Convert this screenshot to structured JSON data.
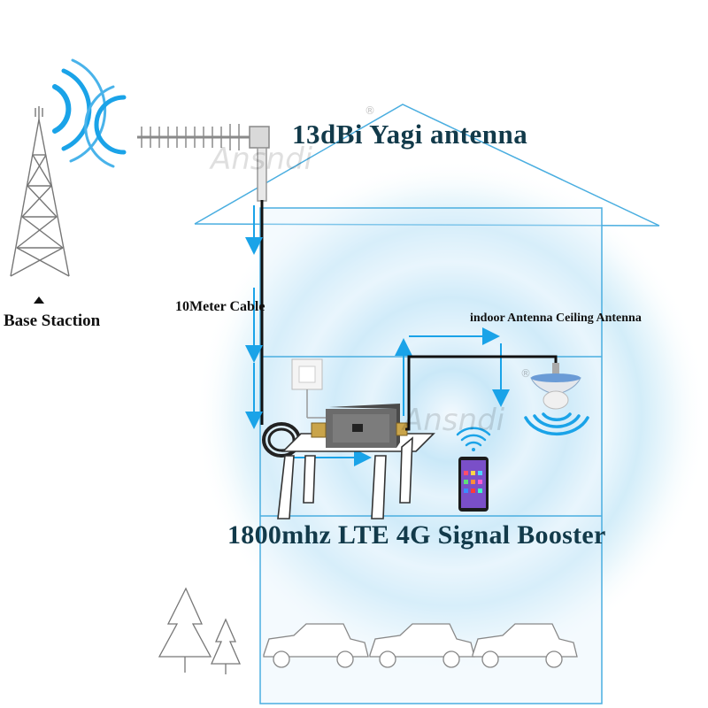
{
  "labels": {
    "antenna_title": "13dBi Yagi antenna",
    "base_station": "Base Staction",
    "cable": "10Meter Cable",
    "indoor_antenna": "indoor Antenna Ceiling Antenna",
    "booster_title": "1800mhz LTE 4G Signal Booster"
  },
  "watermark": {
    "brand": "Ansndi",
    "registered": "®"
  },
  "colors": {
    "signal_blue": "#1aa3e8",
    "title_text": "#123a4a",
    "house_outline": "#4aaee0",
    "signal_glow": "#bfe4f6"
  }
}
